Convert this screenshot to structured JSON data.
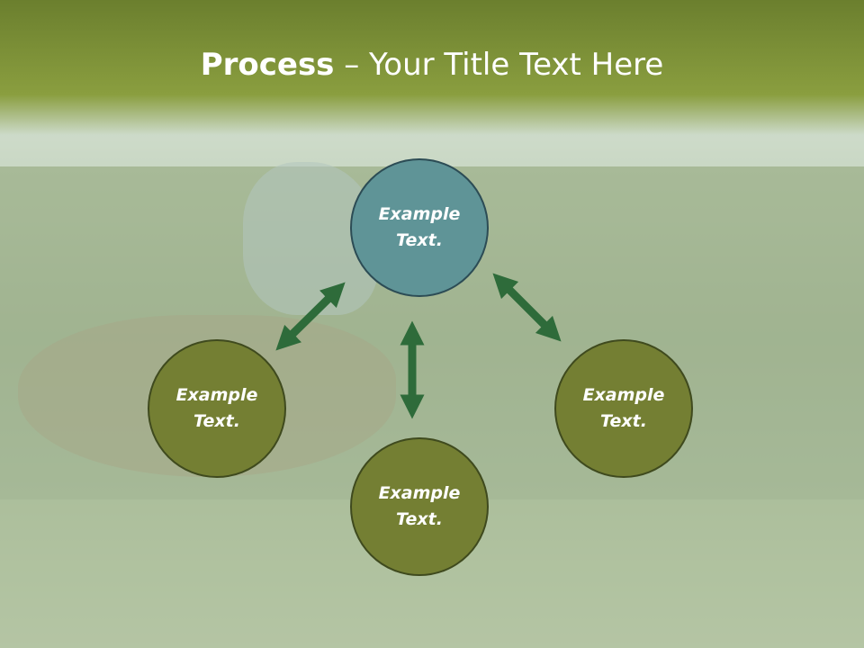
{
  "title": {
    "bold": "Process",
    "rest": " – Your Title Text Here"
  },
  "nodes": [
    {
      "label": "Example Text.",
      "color": "#5f9497"
    },
    {
      "label": "Example Text.",
      "color": "#747f33"
    },
    {
      "label": "Example Text.",
      "color": "#747f33"
    },
    {
      "label": "Example Text.",
      "color": "#747f33"
    }
  ],
  "colors": {
    "arrow": "#2e6b3a",
    "header": "#7a8f35"
  }
}
